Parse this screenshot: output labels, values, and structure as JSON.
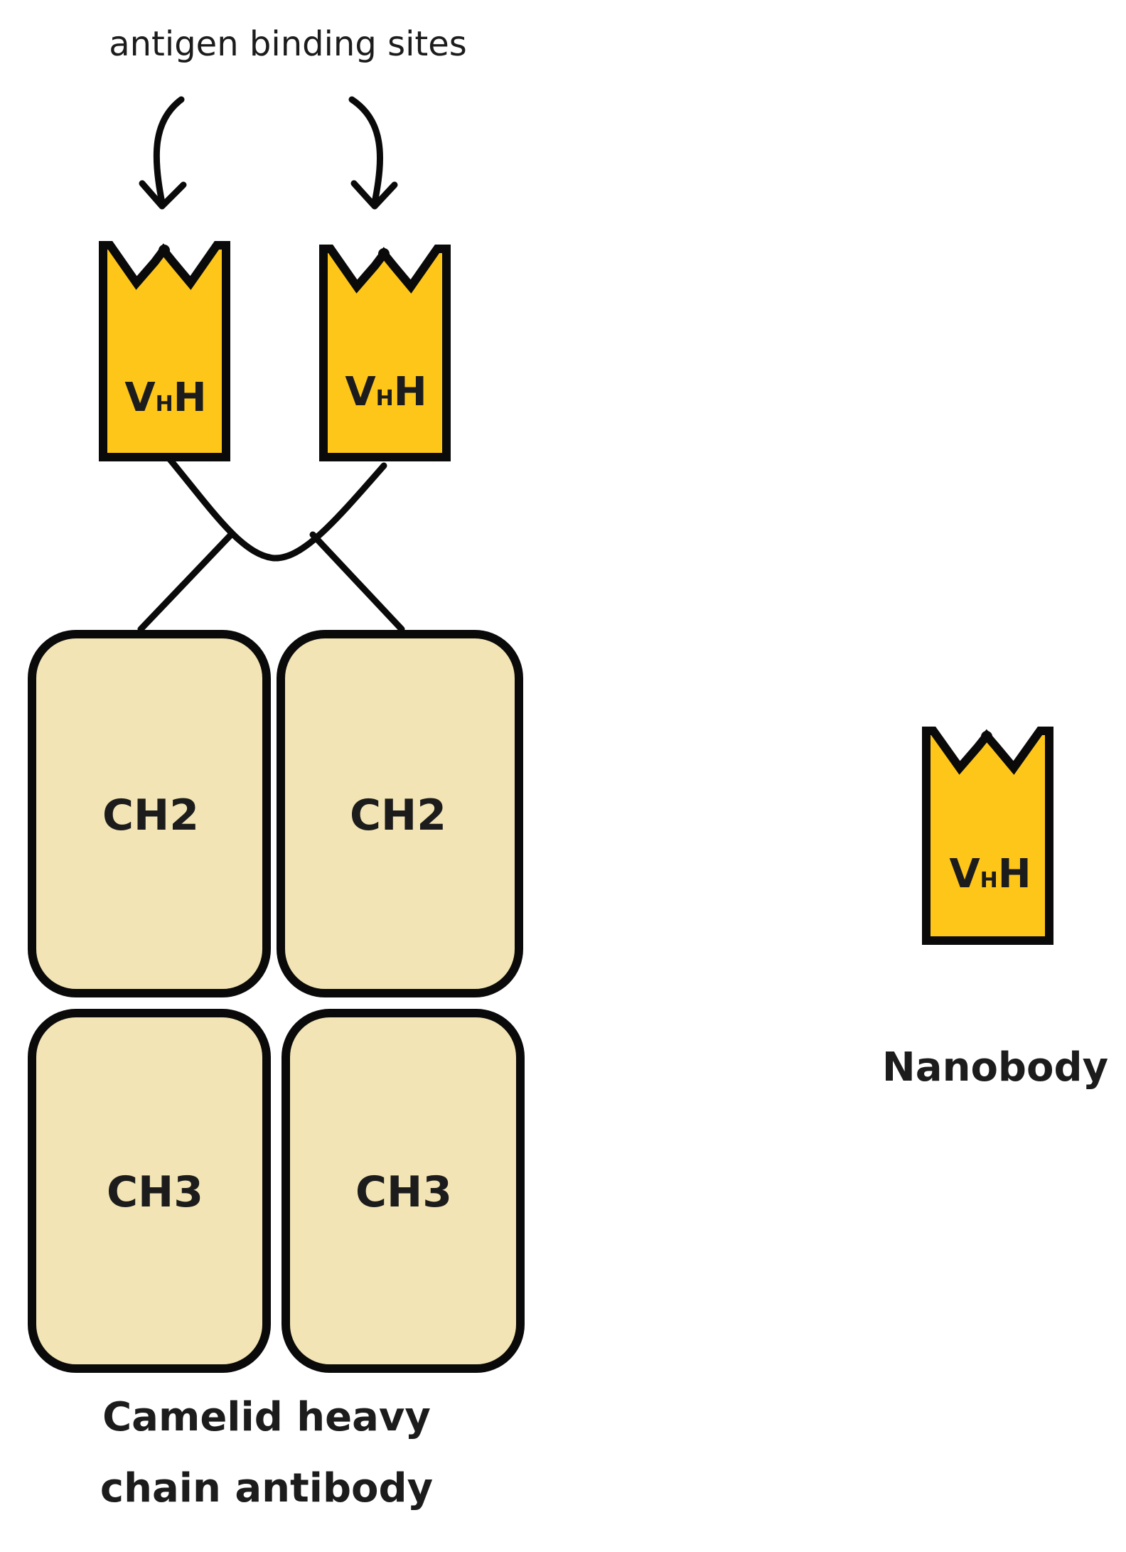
{
  "header": {
    "antigen_label": "antigen binding sites"
  },
  "colors": {
    "vhh_fill": "#FFC61A",
    "constant_fill": "#F2E4B4",
    "outline": "#0a0a0a"
  },
  "antibody": {
    "vhh_left": {
      "main": "V",
      "sub": "H",
      "tail": "H"
    },
    "vhh_right": {
      "main": "V",
      "sub": "H",
      "tail": "H"
    },
    "ch2_left": "CH2",
    "ch2_right": "CH2",
    "ch3_left": "CH3",
    "ch3_right": "CH3",
    "caption_line1": "Camelid heavy",
    "caption_line2": "chain antibody"
  },
  "nanobody": {
    "vhh": {
      "main": "V",
      "sub": "H",
      "tail": "H"
    },
    "caption": "Nanobody"
  }
}
